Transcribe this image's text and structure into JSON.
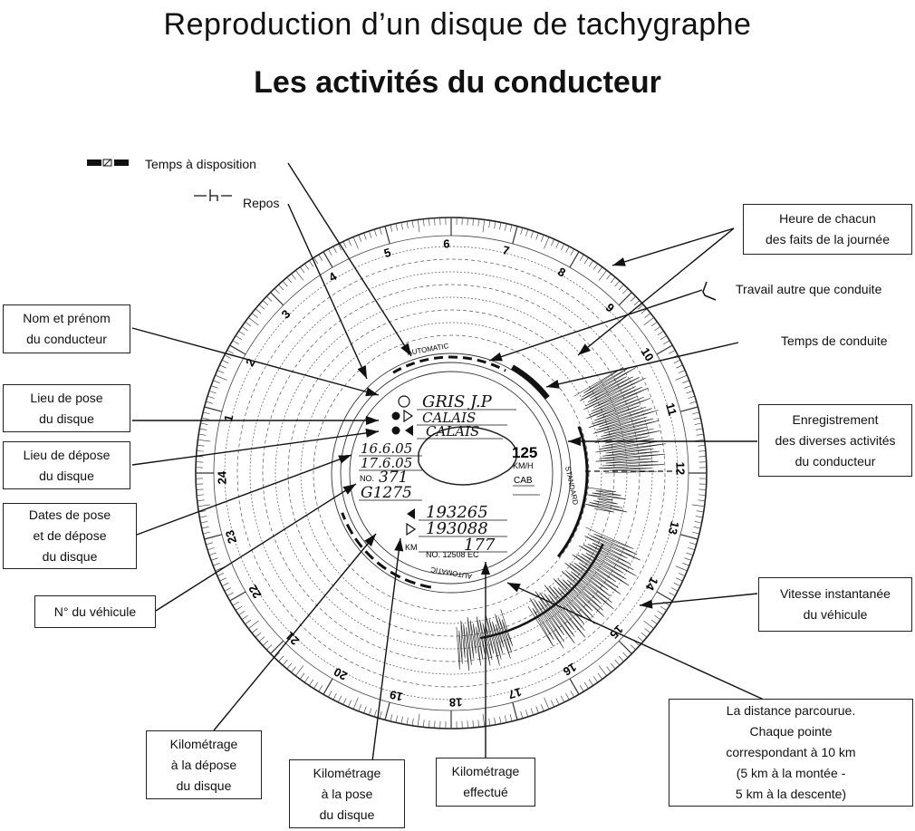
{
  "header": {
    "title": "Reproduction d’un disque de tachygraphe",
    "subtitle": "Les activités du conducteur"
  },
  "legend_icons": {
    "temps_disposition": "Temps à disposition",
    "repos": "Repos"
  },
  "labels": {
    "heure": [
      "Heure de chacun",
      "des faits de la journée"
    ],
    "travail": "Travail autre que conduite",
    "conduite": "Temps de conduite",
    "nom": [
      "Nom et prénom",
      "du conducteur"
    ],
    "lieu_pose": [
      "Lieu de pose",
      "du disque"
    ],
    "lieu_depose": [
      "Lieu de dépose",
      "du disque"
    ],
    "dates": [
      "Dates de pose",
      "et de dépose",
      "du disque"
    ],
    "vehicule": "N° du véhicule",
    "enregistrement": [
      "Enregistrement",
      "des diverses activités",
      "du conducteur"
    ],
    "vitesse": [
      "Vitesse instantanée",
      "du véhicule"
    ],
    "distance": [
      "La distance parcourue.",
      "Chaque pointe",
      "correspondant à 10 km",
      "(5 km à la montée -",
      "5 km à la descente)"
    ],
    "km_depose": [
      "Kilométrage",
      "à la dépose",
      "du disque"
    ],
    "km_pose": [
      "Kilométrage",
      "à la pose",
      "du disque"
    ],
    "km_effectue": [
      "Kilométrage",
      "effectué"
    ]
  },
  "disc": {
    "hours": [
      "24",
      "1",
      "2",
      "3",
      "4",
      "5",
      "6",
      "7",
      "8",
      "9",
      "10",
      "11",
      "12",
      "13",
      "14",
      "15",
      "16",
      "17",
      "18",
      "19",
      "20",
      "21",
      "22",
      "23"
    ],
    "automatic": "AUTOMATIC",
    "standard": "STANDARD",
    "speed_max": "125",
    "speed_unit": "KM/H",
    "cab": "CAB",
    "disc_number": "NO. 12508 EC",
    "km_prefix": "KM",
    "no_prefix": "NO.",
    "handwriting": {
      "name": "GRIS J.P",
      "place_start": "CALAIS",
      "place_end": "CALAIS",
      "date_start": "16.6.05",
      "date_end": "17.6.05",
      "vehicle_no": "371",
      "vehicle_reg": "G1275",
      "km_end": "193265",
      "km_start": "193088",
      "km_driven": "177"
    }
  }
}
